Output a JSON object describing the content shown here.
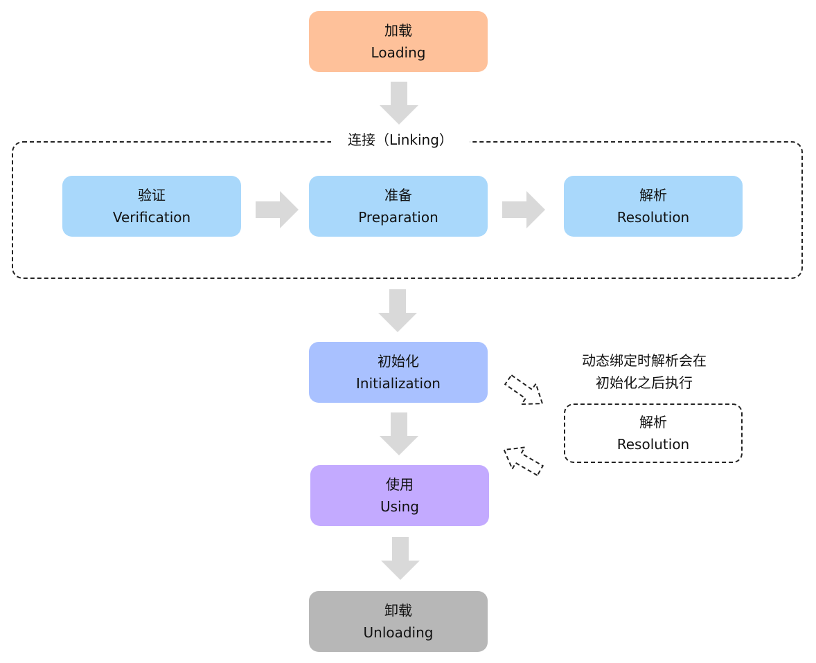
{
  "stages": {
    "loading": {
      "zh": "加载",
      "en": "Loading",
      "color": "#fec19a"
    },
    "verify": {
      "zh": "验证",
      "en": "Verification",
      "color": "#a9d8fb"
    },
    "prepare": {
      "zh": "准备",
      "en": "Preparation",
      "color": "#a9d8fb"
    },
    "resolve": {
      "zh": "解析",
      "en": "Resolution",
      "color": "#a9d8fb"
    },
    "init": {
      "zh": "初始化",
      "en": "Initialization",
      "color": "#a9c1ff"
    },
    "using": {
      "zh": "使用",
      "en": "Using",
      "color": "#c3aaff"
    },
    "unload": {
      "zh": "卸载",
      "en": "Unloading",
      "color": "#b7b7b7"
    },
    "resolve_dynamic": {
      "zh": "解析",
      "en": "Resolution"
    }
  },
  "linking_group": {
    "title": "连接（Linking）"
  },
  "dynamic_note": {
    "line1": "动态绑定时解析会在",
    "line2": "初始化之后执行"
  },
  "colors": {
    "arrow": "#d9d9d9",
    "dashed_border": "#222222"
  }
}
